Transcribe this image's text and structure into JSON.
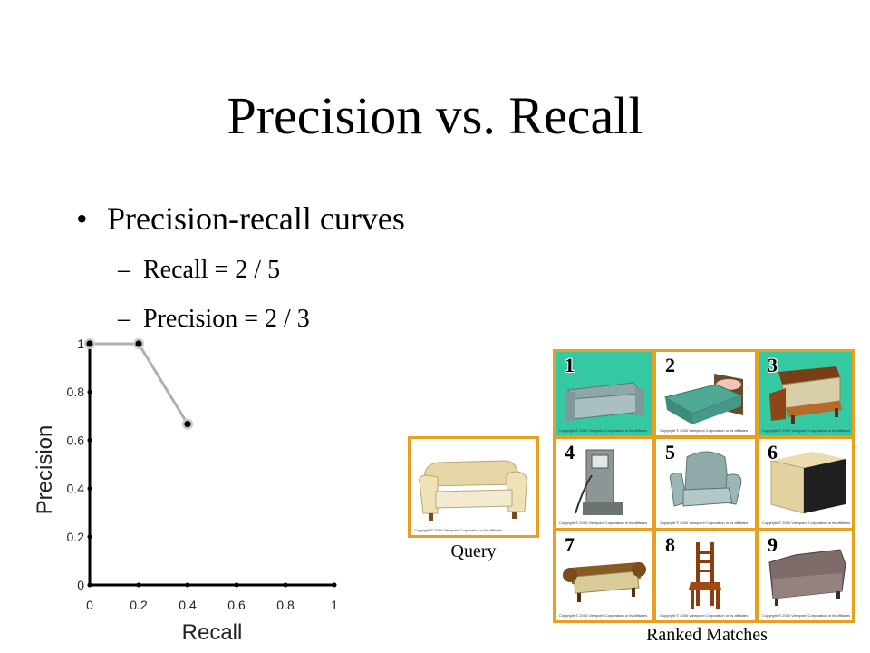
{
  "slide": {
    "title": "Precision vs. Recall",
    "bullet": "Precision-recall curves",
    "bullet_marker": "•",
    "sub_marker": "–",
    "sub_bullets": [
      "Recall = 2 / 5",
      "Precision = 2 / 3"
    ]
  },
  "chart_data": {
    "type": "line",
    "xlabel": "Recall",
    "ylabel": "Precision",
    "xlim": [
      0,
      1
    ],
    "ylim": [
      0,
      1
    ],
    "x_ticks": [
      "0",
      "0.2",
      "0.4",
      "0.6",
      "0.8",
      "1"
    ],
    "y_ticks": [
      "0",
      "0.2",
      "0.4",
      "0.6",
      "0.8",
      "1"
    ],
    "grid": false,
    "x": [
      0.0,
      0.2,
      0.4
    ],
    "y": [
      1.0,
      1.0,
      0.667
    ],
    "line_color": "#b0b0b0",
    "marker_color": "#000000"
  },
  "query": {
    "caption": "Query",
    "copyright": "Copyright © 2000 Viewpoint Corporation or its affiliates"
  },
  "matches": {
    "caption": "Ranked Matches",
    "border_color": "#e8a020",
    "items": [
      {
        "rank": "1",
        "object": "sofa",
        "copyright": "Copyright © 2000 Viewpoint Corporation or its affiliates"
      },
      {
        "rank": "2",
        "object": "bed",
        "copyright": "Copyright © 2000 Viewpoint Corporation or its affiliates"
      },
      {
        "rank": "3",
        "object": "daybed",
        "copyright": "Copyright © 2000 Viewpoint Corporation or its affiliates"
      },
      {
        "rank": "4",
        "object": "gas-pump",
        "copyright": "Copyright © 2000 Viewpoint Corporation or its affiliates"
      },
      {
        "rank": "5",
        "object": "armchair",
        "copyright": "Copyright © 2000 Viewpoint Corporation or its affiliates"
      },
      {
        "rank": "6",
        "object": "dresser",
        "copyright": "Copyright © 2000 Viewpoint Corporation or its affiliates"
      },
      {
        "rank": "7",
        "object": "settee",
        "copyright": "Copyright © 2000 Viewpoint Corporation or its affiliates"
      },
      {
        "rank": "8",
        "object": "ladder-back-chair",
        "copyright": "Copyright © 2000 Viewpoint Corporation or its affiliates"
      },
      {
        "rank": "9",
        "object": "chaise-sofa",
        "copyright": "Copyright © 2000 Viewpoint Corporation or its affiliates"
      }
    ]
  }
}
